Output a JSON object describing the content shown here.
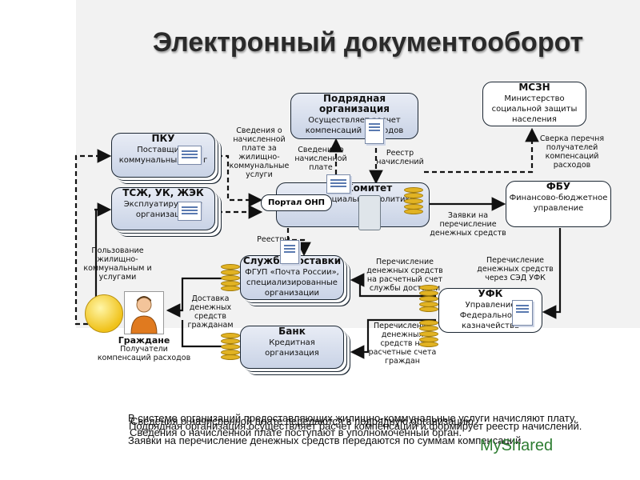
{
  "title": "Электронный документооборот",
  "nodes": {
    "podryad": {
      "title": "Подрядная организация",
      "desc": "Осуществляет расчет компенсаций расходов"
    },
    "mszn": {
      "title": "МСЗН",
      "desc": "Министерство социальной защиты населения"
    },
    "pku": {
      "title": "ПКУ",
      "desc": "Поставщики коммунальных услуг"
    },
    "tszh": {
      "title": "ТСЖ, УК, ЖЭК",
      "desc": "Эксплуатирующие организации"
    },
    "portal": {
      "title": "Портал ОНП"
    },
    "komitet": {
      "title": "Комитет",
      "desc": "социальной политики"
    },
    "fbu": {
      "title": "ФБУ",
      "desc": "Финансово-бюджетное управление"
    },
    "sluzhba": {
      "title": "Служба доставки",
      "desc": "ФГУП «Почта России», специализированные организации"
    },
    "ufk": {
      "title": "УФК",
      "desc": "Управление Федерального казначейства"
    },
    "bank": {
      "title": "Банк",
      "desc": "Кредитная организация"
    },
    "grazhdane": {
      "title": "Граждане",
      "desc": "Получатели компенсаций расходов"
    }
  },
  "labels": {
    "svedenia_nachisl": "Сведения о начисленной плате за жилищно-коммунальные услуги",
    "svedenia_plate": "Сведения о начисленной плате",
    "reestr_nachisl": "Реестр начислений",
    "sverka": "Сверка перечня получателей компенсаций расходов",
    "zayavki": "Заявки на перечисление денежных средств",
    "reestry": "Реестры",
    "polzovanie": "Пользование жилищно-коммунальным и услугами",
    "dostavka": "Доставка денежных средств гражданам",
    "perech_sluzhba": "Перечисление денежных средств на расчетный счет службы доставки",
    "perech_sed": "Перечисление денежных средств через СЭД УФК",
    "perech_grazhdan": "Перечисление денежных средств на расчетные счета граждан"
  },
  "overlay": [
    "В системе организаций предоставляющих жилищно-коммунальные услуги начисляют плату.",
    "Сведения о начисленной плате передаются в подрядную организацию.",
    "Подрядная организация осуществляет расчет компенсаций и формирует реестр начислений.",
    "Сведения о начисленной плате поступают в уполномоченный орган.",
    "Заявки на перечисление денежных средств передаются по суммам компенсаций."
  ],
  "logo": "MyShared",
  "colors": {
    "node_fill": "#c9d3e6",
    "node_border": "#1c2733",
    "coin": "#e2b323",
    "arrow": "#111111"
  }
}
